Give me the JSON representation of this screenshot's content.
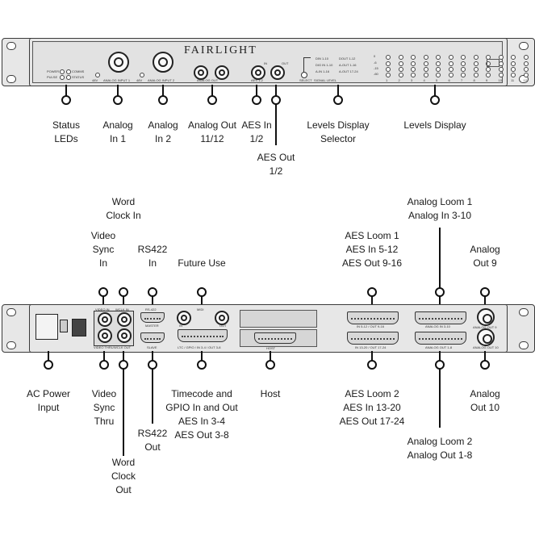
{
  "device": {
    "brand": "FAIRLIGHT",
    "front_small_text": {
      "power": "POWER",
      "pulse": "PULSE",
      "comms": "COMMS",
      "status": "STATUS",
      "analog_input_1": "ANALOG INPUT 1",
      "analog_input_2": "ANALOG INPUT 2",
      "v48_1": "48V",
      "v48_2": "48V",
      "analog_out": "ANALOG OUT",
      "aes_12": "AES 1-2",
      "aes_in": "IN",
      "aes_out": "OUT",
      "select": "SELECT",
      "signal_level": "SIGNAL LEVEL",
      "din_110": "DIN 1-10",
      "dout_112": "DOUT 1-12",
      "dig_in_110": "DIG IN 1-10",
      "aout_1_16": "A-OUT 1-16",
      "ain_1_16": "A-IN 1-16",
      "aout_17_24": "A-OUT 17-24"
    },
    "rear_small_text": {
      "video_in": "VIDEO IN",
      "wclk_in": "WCLK IN",
      "video_thru": "VIDEO THRU",
      "wclk_out": "WCLK OUT",
      "rs422": "RS-422",
      "master": "MASTER",
      "slave": "SLAVE",
      "midi": "MIDI",
      "in": "IN",
      "out": "OUT",
      "ltc_gpio": "LTC / GPIO / IN 3-4 / OUT 3-8",
      "host": "HOST",
      "aes_loom1": "IN 5-12 / OUT 9-16",
      "aes_loom2": "IN 13-20 / OUT 17-24",
      "analog_loom1": "ANALOG IN 3-10",
      "analog_loom2": "ANALOG OUT 1-8",
      "analog_out9": "ANALOG OUT 9",
      "analog_out10": "ANALOG OUT 10"
    }
  },
  "callouts_front": [
    {
      "name": "status-leds",
      "text": "Status\nLEDs"
    },
    {
      "name": "analog-in-1",
      "text": "Analog\nIn 1"
    },
    {
      "name": "analog-in-2",
      "text": "Analog\nIn 2"
    },
    {
      "name": "analog-out-11-12",
      "text": "Analog Out\n11/12"
    },
    {
      "name": "aes-in-1-2",
      "text": "AES In\n1/2"
    },
    {
      "name": "aes-out-1-2",
      "text": "AES Out\n1/2"
    },
    {
      "name": "levels-display-selector",
      "text": "Levels Display\nSelector"
    },
    {
      "name": "levels-display",
      "text": "Levels Display"
    }
  ],
  "callouts_rear_top": [
    {
      "name": "video-sync-in",
      "text": "Video\nSync\nIn"
    },
    {
      "name": "word-clock-in",
      "text": "Word\nClock In"
    },
    {
      "name": "rs422-in",
      "text": "RS422\nIn"
    },
    {
      "name": "future-use",
      "text": "Future Use"
    },
    {
      "name": "aes-loom-1",
      "text": "AES Loom 1\nAES In 5-12\nAES Out 9-16"
    },
    {
      "name": "analog-loom-1",
      "text": "Analog Loom 1\nAnalog In 3-10"
    },
    {
      "name": "analog-out-9",
      "text": "Analog\nOut 9"
    }
  ],
  "callouts_rear_bottom": [
    {
      "name": "ac-power-input",
      "text": "AC Power\nInput"
    },
    {
      "name": "video-sync-thru",
      "text": "Video\nSync\nThru"
    },
    {
      "name": "word-clock-out",
      "text": "Word\nClock\nOut"
    },
    {
      "name": "rs422-out",
      "text": "RS422\nOut"
    },
    {
      "name": "timecode-gpio",
      "text": "Timecode and\nGPIO In and Out\nAES In 3-4\nAES Out 3-8"
    },
    {
      "name": "host",
      "text": "Host"
    },
    {
      "name": "aes-loom-2",
      "text": "AES Loom 2\nAES In 13-20\nAES Out 17-24"
    },
    {
      "name": "analog-loom-2",
      "text": "Analog Loom 2\nAnalog Out 1-8"
    },
    {
      "name": "analog-out-10",
      "text": "Analog\nOut 10"
    }
  ],
  "meter_scale": [
    "0",
    "-6",
    "-15",
    "-60"
  ],
  "meter_channels": [
    "1",
    "2",
    "3",
    "4",
    "5",
    "6",
    "7",
    "8",
    "9",
    "10",
    "11",
    "12"
  ]
}
